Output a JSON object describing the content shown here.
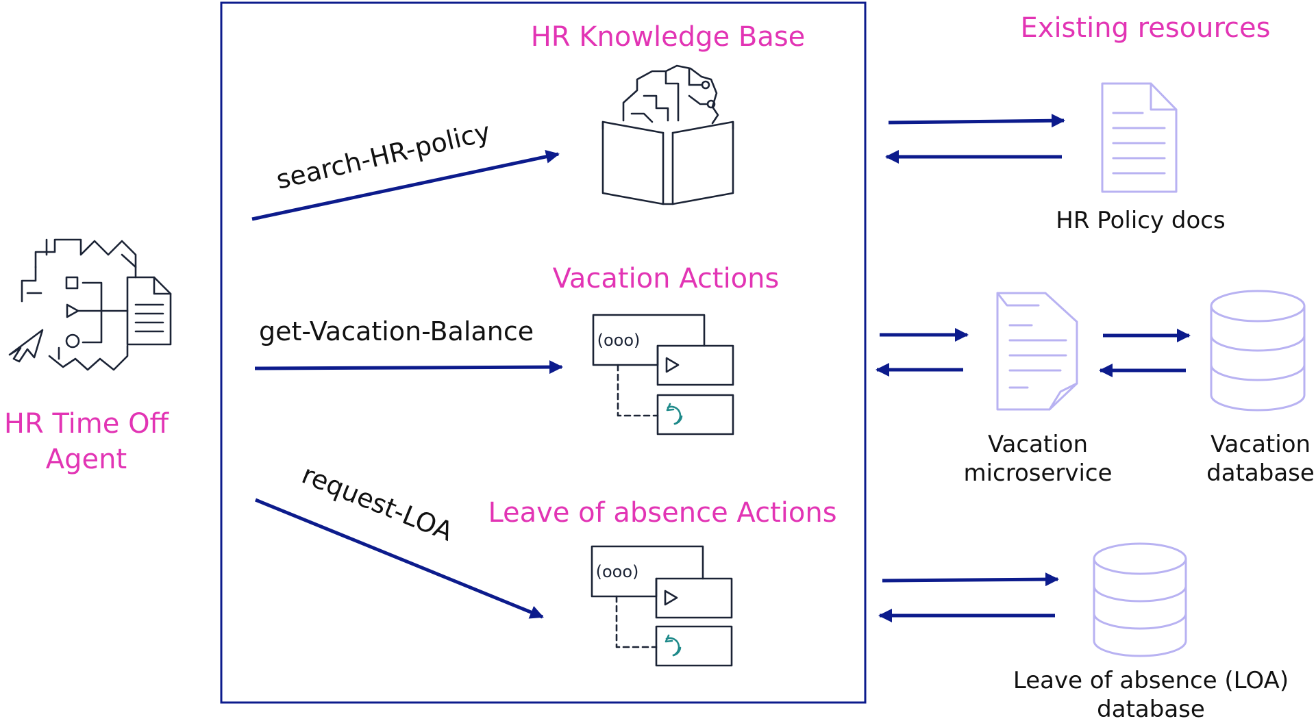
{
  "agent": {
    "name_line1": "HR Time Off",
    "name_line2": "Agent"
  },
  "operations": {
    "search": "search-HR-policy",
    "vacation_balance": "get-Vacation-Balance",
    "request_loa": "request-LOA"
  },
  "components": {
    "knowledge_base": "HR Knowledge Base",
    "vacation_actions": "Vacation Actions",
    "loa_actions": "Leave of absence Actions"
  },
  "existing": {
    "title": "Existing resources",
    "policy_docs": "HR Policy docs",
    "vacation_microservice_line1": "Vacation",
    "vacation_microservice_line2": "microservice",
    "vacation_database_line1": "Vacation",
    "vacation_database_line2": "database",
    "loa_database_line1": "Leave of absence (LOA)",
    "loa_database_line2": "database"
  },
  "action_group_icon_text": "(ooo)",
  "colors": {
    "label_accent": "#e234b4",
    "arrow": "#0c1b8c",
    "frame": "#0c1b8c",
    "icon_dark": "#1b2335",
    "resource_icon": "#b8b2f2"
  },
  "icons": {
    "agent": "agent-workflow-icon",
    "knowledge_base": "brain-book-icon",
    "action_group": "action-group-icon",
    "document": "document-icon",
    "microservice": "microservice-document-icon",
    "database": "database-icon"
  }
}
